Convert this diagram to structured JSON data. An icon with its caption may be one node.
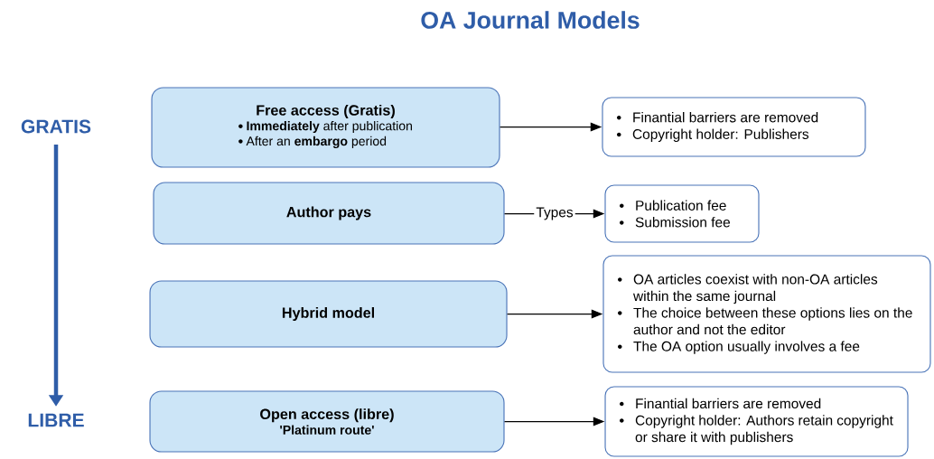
{
  "diagram": {
    "title": "OA Journal Models",
    "nodes": [
      {
        "text": [
          "Free access (Gratis)",
          "**Immediately** after publication",
          "After an **embargo** period"
        ]
      },
      {
        "text": [
          "Finantial barriers are removed",
          "Copyright holder: Publishers"
        ]
      },
      {
        "text": [
          "Author pays"
        ]
      },
      {
        "text": [
          "Publication fee",
          "Submission fee"
        ]
      },
      {
        "text": [
          "Hybrid model"
        ]
      },
      {
        "text": [
          "OA articles coexist with non-OA articles within the same journal",
          "The choice between these options lies on the author and not the editor",
          "The OA option usually involves a fee"
        ]
      },
      {
        "text": [
          "Open access (libre)",
          "'Platinum route'"
        ]
      },
      {
        "text": [
          "Finantial barriers are removed",
          "Copyright holder: Authors retain copyright or share it with publishers"
        ]
      }
    ],
    "edges": [
      {
        "from": 0,
        "to": 1,
        "arrow": "to"
      },
      {
        "from": 2,
        "to": 3,
        "arrow": "to",
        "label": "Types"
      },
      {
        "from": 4,
        "to": 5,
        "arrow": "to"
      },
      {
        "from": 6,
        "to": 7,
        "arrow": "to"
      }
    ],
    "labels": [
      "GRATIS",
      "LIBRE"
    ]
  }
}
